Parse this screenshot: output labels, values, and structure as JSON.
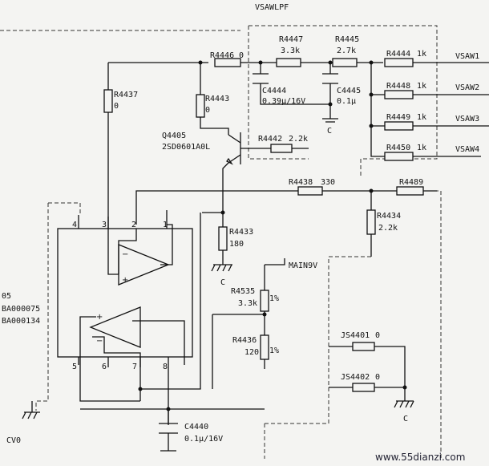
{
  "labels": {
    "vsawlpf": "VSAWLPF",
    "vsaw1": "VSAW1",
    "vsaw2": "VSAW2",
    "vsaw3": "VSAW3",
    "vsaw4": "VSAW4",
    "q4405": "Q4405",
    "q4405_part": "2SD0601A0L",
    "main9v": "MAIN9V",
    "ic_ref": "05",
    "ic_part1": "BA000075",
    "ic_part2": "BA000134",
    "cv0": "CV0",
    "gnd_c": "C",
    "watermark": "www.55dianzi.com"
  },
  "resistors": [
    {
      "ref": "R4446",
      "value": "0"
    },
    {
      "ref": "R4447",
      "value": "3.3k"
    },
    {
      "ref": "R4445",
      "value": "2.7k"
    },
    {
      "ref": "R4444",
      "value": "1k"
    },
    {
      "ref": "R4448",
      "value": "1k"
    },
    {
      "ref": "R4449",
      "value": "1k"
    },
    {
      "ref": "R4450",
      "value": "1k"
    },
    {
      "ref": "R4437",
      "value": "0"
    },
    {
      "ref": "R4443",
      "value": "0"
    },
    {
      "ref": "R4442",
      "value": "2.2k"
    },
    {
      "ref": "R4438",
      "value": "330"
    },
    {
      "ref": "R4489",
      "value": ""
    },
    {
      "ref": "R4434",
      "value": "2.2k"
    },
    {
      "ref": "R4433",
      "value": "180"
    },
    {
      "ref": "R4535",
      "value": "3.3k"
    },
    {
      "ref": "R4436",
      "value": "120"
    },
    {
      "ref": "JS4401",
      "value": "0"
    },
    {
      "ref": "JS4402",
      "value": "0"
    }
  ],
  "tolerances": {
    "r4535": "1%",
    "r4436": "1%"
  },
  "capacitors": [
    {
      "ref": "C4444",
      "value": "0.39μ/16V"
    },
    {
      "ref": "C4445",
      "value": "0.1μ"
    },
    {
      "ref": "C4440",
      "value": "0.1μ/16V"
    }
  ],
  "pins": {
    "p1": "1",
    "p2": "2",
    "p3": "3",
    "p4": "4",
    "p5": "5",
    "p6": "6",
    "p7": "7",
    "p8": "8"
  },
  "opamp_signs": {
    "plus": "+",
    "minus": "−"
  }
}
